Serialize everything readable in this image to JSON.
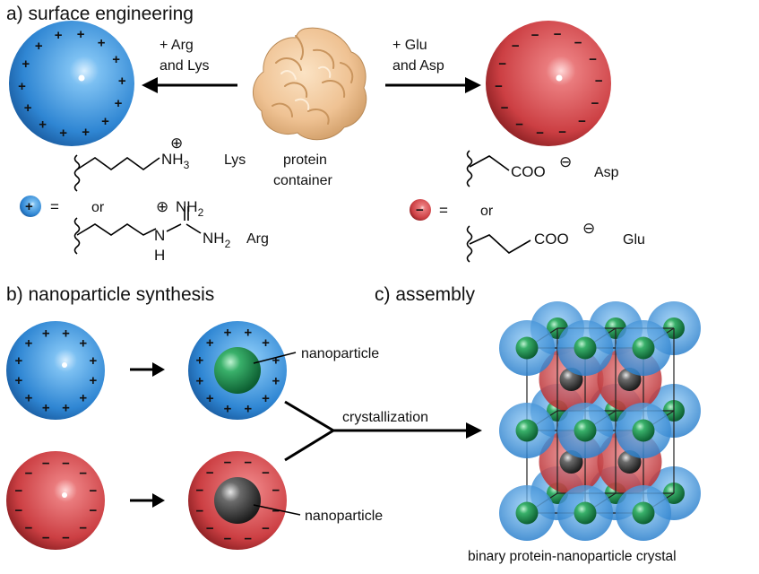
{
  "sections": {
    "a": "a) surface engineering",
    "b": "b) nanoparticle synthesis",
    "c": "c) assembly"
  },
  "arrows": {
    "left_line1": "+ Arg",
    "left_line2": "and Lys",
    "right_line1": "+ Glu",
    "right_line2": "and Asp",
    "crystallization": "crystallization"
  },
  "protein": {
    "line1": "protein",
    "line2": "container"
  },
  "chem": {
    "lys_group": "NH",
    "lys_sub": "3",
    "lys_name": "Lys",
    "arg_nh2_top": "NH",
    "arg_nh2_top_sub": "2",
    "arg_nh": "N",
    "arg_h": "H",
    "arg_nh2_right": "NH",
    "arg_nh2_right_sub": "2",
    "arg_name": "Arg",
    "or_left": "or",
    "equals_left": "=",
    "asp_group": "COO",
    "asp_name": "Asp",
    "glu_group": "COO",
    "glu_name": "Glu",
    "or_right": "or",
    "equals_right": "="
  },
  "symbols": {
    "plus": "+",
    "minus": "−",
    "plus_circled": "⊕",
    "minus_circled": "⊖"
  },
  "labels": {
    "nanoparticle_top": "nanoparticle",
    "nanoparticle_bottom": "nanoparticle",
    "crystal_caption": "binary protein-nanoparticle crystal"
  },
  "colors": {
    "positive_blue": "#3d8fd4",
    "negative_red": "#cf4a4c",
    "gold_particle": "#1f8a4c",
    "dark_particle": "#3a3a3a",
    "protein_tan": "#f1c99a"
  }
}
